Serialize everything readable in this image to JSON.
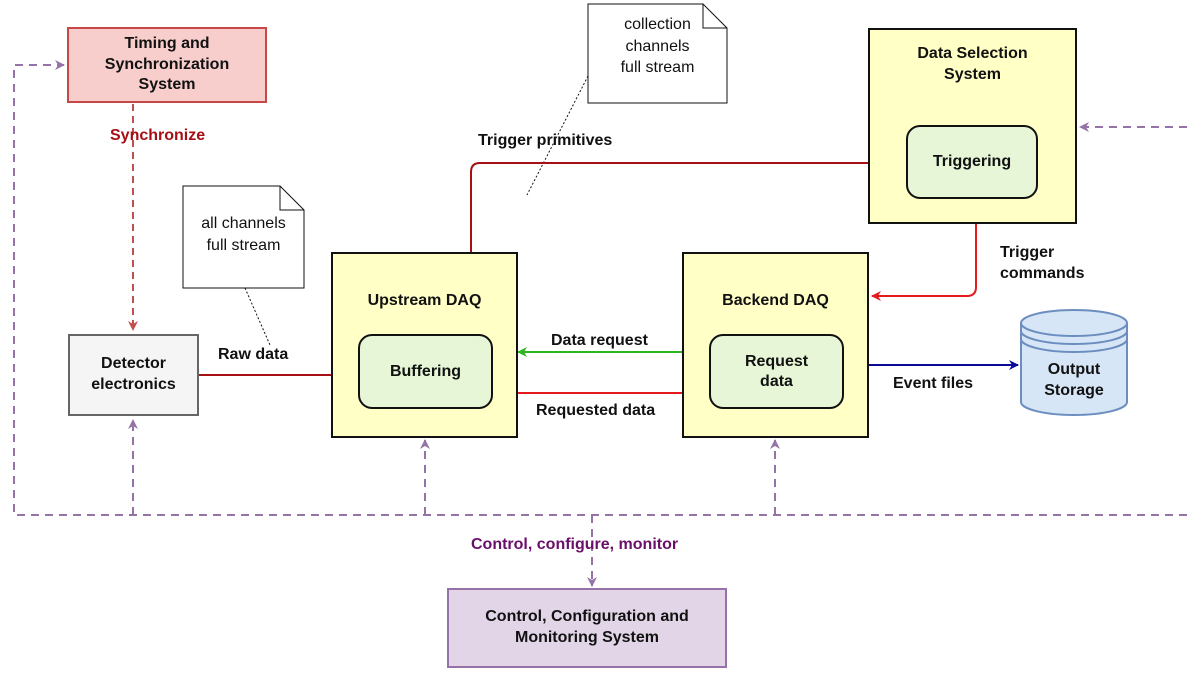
{
  "timing": {
    "line1": "Timing and",
    "line2": "Synchronization",
    "line3": "System"
  },
  "synchronize": "Synchronize",
  "data_selection": {
    "line1": "Data Selection",
    "line2": "System",
    "triggering": "Triggering"
  },
  "upstream": {
    "title": "Upstream DAQ",
    "buffering": "Buffering"
  },
  "backend": {
    "title": "Backend DAQ",
    "request_line1": "Request",
    "request_line2": "data"
  },
  "detector": {
    "line1": "Detector",
    "line2": "electronics"
  },
  "storage": {
    "line1": "Output",
    "line2": "Storage"
  },
  "control": {
    "line1": "Control, Configuration and",
    "line2": "Monitoring System"
  },
  "notes": {
    "collection": {
      "line1": "collection",
      "line2": "channels",
      "line3": "full stream"
    },
    "all_channels": {
      "line1": "all channels",
      "line2": "full stream"
    }
  },
  "labels": {
    "trigger_primitives": "Trigger primitives",
    "trigger_commands_1": "Trigger",
    "trigger_commands_2": "commands",
    "raw_data": "Raw data",
    "data_request": "Data request",
    "requested_data": "Requested data",
    "event_files": "Event files",
    "control_configure_monitor": "Control, configure, monitor"
  },
  "colors": {
    "dark_red": "#a50f15",
    "red": "#e41a1c",
    "green": "#2cb51e",
    "navy": "#0a0a96",
    "purple": "#9673a6",
    "purple_text": "#6a0f6a",
    "yellow_fill": "#ffffc6",
    "green_fill": "#e6f6d6",
    "pink_fill": "#f8cecc",
    "pink_border": "#c84848",
    "lavender_fill": "#e1d5e7",
    "storage_fill": "#d6e6f6",
    "storage_border": "#6c8ebf"
  }
}
